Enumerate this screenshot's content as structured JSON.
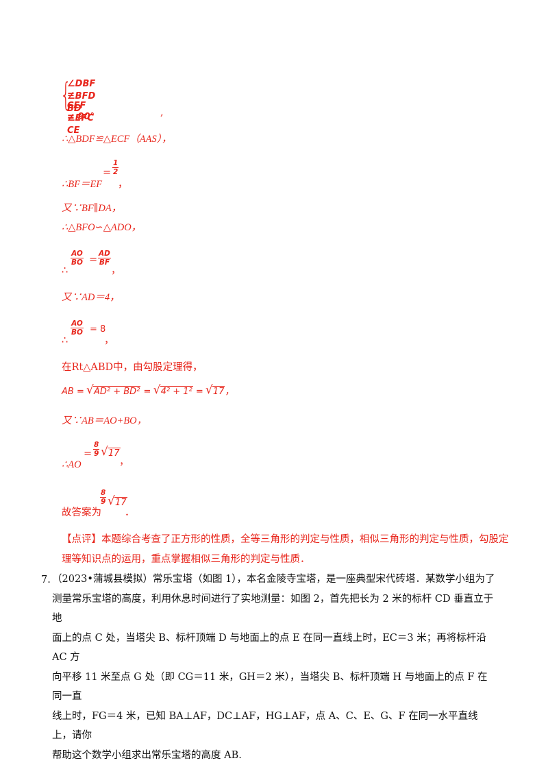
{
  "solution": {
    "system_rows": [
      "∠DBF = CEF = 90°",
      "∠BFD = ∠EFC",
      "BD = CE"
    ],
    "system_tail": ",",
    "congruence": "∴△BDF≌△ECF（AAS），",
    "bf_lhs": "∴BF＝EF",
    "bf_eq": "=",
    "bf_num": "1",
    "bf_den": "2",
    "bf_tail": "，",
    "parallel": "又∵BF∥DA，",
    "similar": "∴△BFO∽△ADO，",
    "ratio_therefore": "∴",
    "ratio1_num": "AO",
    "ratio1_den": "BO",
    "ratio1_eq": "=",
    "ratio2_num": "AD",
    "ratio2_den": "BF",
    "ratio_tail": "，",
    "ad_value": "又∵AD＝4，",
    "ao_bo_therefore": "∴",
    "ao_bo_num": "AO",
    "ao_bo_den": "BO",
    "ao_bo_value": "= 8",
    "ao_bo_tail": "，",
    "pythag_intro": "在Rt△ABD中，由勾股定理得，",
    "pythag_lhs": "AB =",
    "pythag_rad1": "AD² + BD²",
    "pythag_mid": "=",
    "pythag_rad2": "4² + 1²",
    "pythag_mid2": "=",
    "pythag_rad3": "17",
    "pythag_tail": "，",
    "ab_sum": "又∵AB＝AO+BO，",
    "ao_lhs": "∴AO",
    "ao_eq": "=",
    "ao_num": "8",
    "ao_den": "9",
    "ao_rad": "17",
    "ao_tail": "，",
    "answer_label": "故答案为",
    "answer_num": "8",
    "answer_den": "9",
    "answer_rad": "17",
    "answer_tail": "．",
    "comment_line1": "【点评】本题综合考查了正方形的性质，全等三角形的判定与性质，相似三角形的判定与性质，勾股定",
    "comment_line2": "理等知识点的运用，重点掌握相似三角形的判定与性质．"
  },
  "question": {
    "number": "7.",
    "lines": [
      "（2023•蒲城县模拟）常乐宝塔（如图 1），本名金陵寺宝塔，是一座典型宋代砖塔．某数学小组为了",
      "测量常乐宝塔的高度，利用休息时间进行了实地测量：如图 2，首先把长为 2 米的标杆 CD 垂直立于地",
      "面上的点 C 处，当塔尖 B、标杆顶端 D 与地面上的点 E 在同一直线上时，EC＝3 米；再将标杆沿 AC 方",
      "向平移 11 米至点 G 处（即 CG＝11 米，GH＝2 米），当塔尖 B、标杆顶端 H 与地面上的点 F 在同一直",
      "线上时，FG＝4 米，已知 BA⊥AF，DC⊥AF，HG⊥AF，点 A、C、E、G、F 在同一水平直线上，请你",
      "帮助这个数学小组求出常乐宝塔的高度 AB."
    ]
  }
}
